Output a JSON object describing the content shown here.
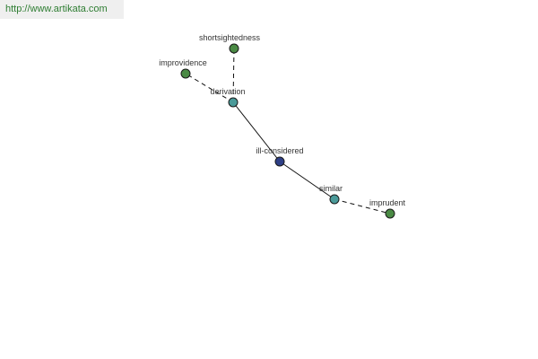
{
  "banner": {
    "url_text": "http://www.artikata.com"
  },
  "colors": {
    "center_node": "#2e3f86",
    "relation_node": "#4a9a99",
    "leaf_node": "#4a8a44",
    "node_stroke": "#1a1a1a",
    "edge": "#111111",
    "label": "#333333"
  },
  "graph": {
    "nodes": [
      {
        "id": "ill-considered",
        "label": "ill-considered",
        "kind": "center"
      },
      {
        "id": "derivation",
        "label": "derivation",
        "kind": "relation"
      },
      {
        "id": "similar",
        "label": "similar",
        "kind": "relation"
      },
      {
        "id": "shortsightedness",
        "label": "shortsightedness",
        "kind": "leaf"
      },
      {
        "id": "improvidence",
        "label": "improvidence",
        "kind": "leaf"
      },
      {
        "id": "imprudent",
        "label": "imprudent",
        "kind": "leaf"
      }
    ],
    "edges": [
      {
        "from": "ill-considered",
        "to": "derivation",
        "style": "solid"
      },
      {
        "from": "ill-considered",
        "to": "similar",
        "style": "solid"
      },
      {
        "from": "derivation",
        "to": "shortsightedness",
        "style": "dashed"
      },
      {
        "from": "derivation",
        "to": "improvidence",
        "style": "dashed"
      },
      {
        "from": "similar",
        "to": "imprudent",
        "style": "dashed"
      }
    ]
  }
}
